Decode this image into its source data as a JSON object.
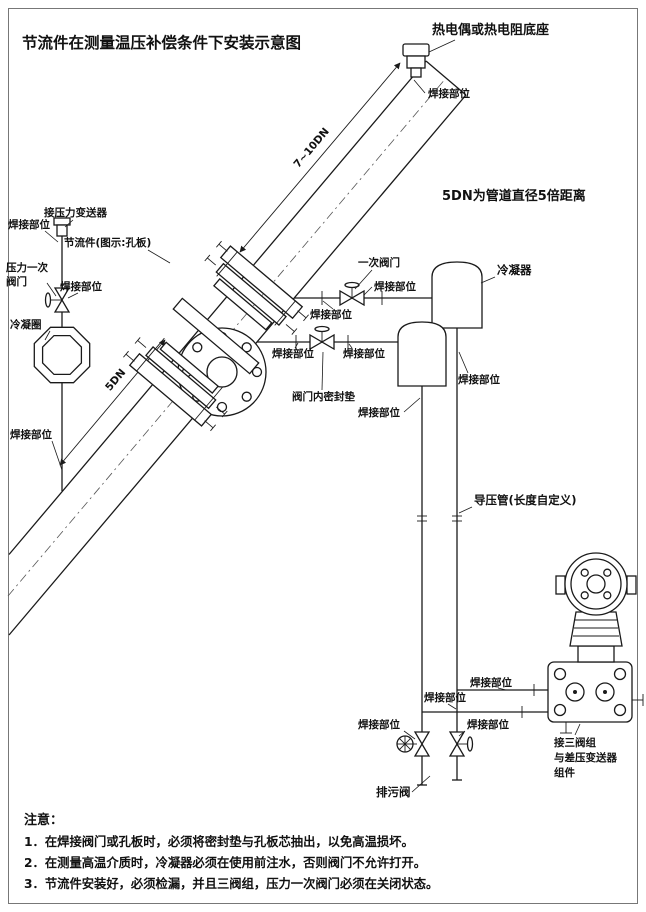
{
  "title": "节流件在测量温压补偿条件下安装示意图",
  "labels": {
    "thermocouple_base": "热电偶或热电阻底座",
    "weld": "焊接部位",
    "dim_7_10dn": "7~10DN",
    "dn_distance_note": "5DN为管道直径5倍距离",
    "connect_pressure_transmitter": "接压力变送器",
    "throttle_device": "节流件(图示:孔板)",
    "pressure_primary_valve_l1": "压力一次",
    "pressure_primary_valve_l2": "阀门",
    "condensate_ring": "冷凝圈",
    "dim_5dn": "5DN",
    "primary_valve": "一次阀门",
    "condenser": "冷凝器",
    "valve_inner_gasket": "阀门内密封垫",
    "impulse_pipe": "导压管(长度自定义)",
    "manifold_l1": "接三阀组",
    "manifold_l2": "与差压变送器",
    "manifold_l3": "组件",
    "drain_valve": "排污阀"
  },
  "notes": {
    "heading": "注意：",
    "items": [
      "1．在焊接阀门或孔板时，必须将密封垫与孔板芯抽出，以免高温损坏。",
      "2．在测量高温介质时，冷凝器必须在使用前注水，否则阀门不允许打开。",
      "3．节流件安装好，必须检漏，并且三阀组，压力一次阀门必须在关闭状态。"
    ]
  }
}
